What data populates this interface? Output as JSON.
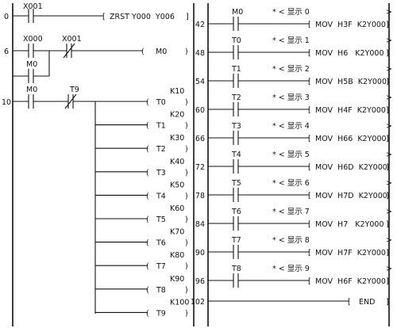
{
  "left_program": {
    "rungs": [
      {
        "step": "0",
        "contacts": [
          {
            "label": "X001",
            "type": "NO"
          }
        ],
        "instruction": "ZRST Y000  Y006"
      },
      {
        "step": "6",
        "contacts": [
          {
            "label": "X000",
            "type": "NO"
          },
          {
            "label": "X001",
            "type": "NC"
          }
        ],
        "branch_contact": {
          "label": "M0",
          "type": "NO"
        },
        "coil": "M0"
      },
      {
        "step": "10",
        "contacts": [
          {
            "label": "M0",
            "type": "NO"
          },
          {
            "label": "T9",
            "type": "NC"
          }
        ],
        "timers": [
          {
            "name": "T0",
            "k": "K10"
          },
          {
            "name": "T1",
            "k": "K20"
          },
          {
            "name": "T2",
            "k": "K30"
          },
          {
            "name": "T3",
            "k": "K40"
          },
          {
            "name": "T4",
            "k": "K50"
          },
          {
            "name": "T5",
            "k": "K60"
          },
          {
            "name": "T6",
            "k": "K70"
          },
          {
            "name": "T7",
            "k": "K80"
          },
          {
            "name": "T8",
            "k": "K90"
          },
          {
            "name": "T9",
            "k": "K100"
          }
        ]
      }
    ]
  },
  "right_program": {
    "rungs": [
      {
        "step": "42",
        "contact": "M0",
        "comment": "* < 显示 0",
        "instruction": "MOV  H3F  K2Y000"
      },
      {
        "step": "48",
        "contact": "T0",
        "comment": "* < 显示 1",
        "instruction": "MOV  H6   K2Y000"
      },
      {
        "step": "54",
        "contact": "T1",
        "comment": "* < 显示 2",
        "instruction": "MOV  H5B  K2Y000"
      },
      {
        "step": "60",
        "contact": "T2",
        "comment": "* < 显示 3",
        "instruction": "MOV  H4F  K2Y000"
      },
      {
        "step": "66",
        "contact": "T3",
        "comment": "* < 显示 4",
        "instruction": "MOV  H66  K2Y000"
      },
      {
        "step": "72",
        "contact": "T4",
        "comment": "* < 显示 5",
        "instruction": "MOV  H6D  K2Y000"
      },
      {
        "step": "78",
        "contact": "T5",
        "comment": "* < 显示 6",
        "instruction": "MOV  H7D  K2Y000"
      },
      {
        "step": "84",
        "contact": "T6",
        "comment": "* < 显示 7",
        "instruction": "MOV  H7   K2Y000"
      },
      {
        "step": "90",
        "contact": "T7",
        "comment": "* < 显示 8",
        "instruction": "MOV  H7F  K2Y000"
      },
      {
        "step": "96",
        "contact": "T8",
        "comment": "* < 显示 9",
        "instruction": "MOV  H6F  K2Y000"
      }
    ],
    "end_rung": {
      "step": "102",
      "instruction": "END"
    }
  }
}
